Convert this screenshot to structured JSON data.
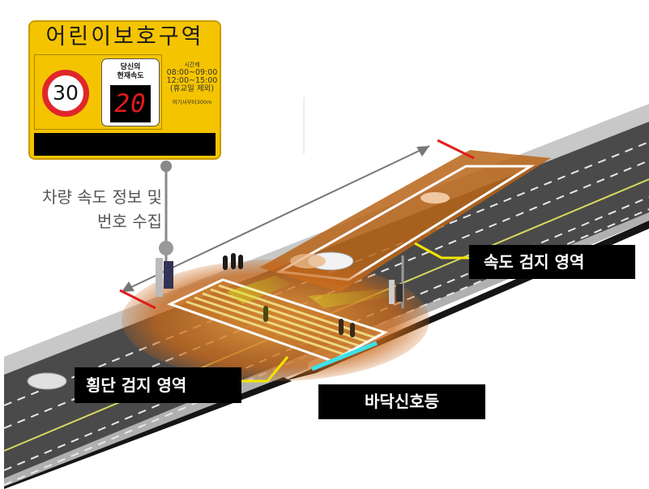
{
  "sign": {
    "title": "어린이보호구역",
    "speed_limit": "30",
    "speed_label_line1": "당신의",
    "speed_label_line2": "현재속도",
    "current_speed": "20",
    "times_heading": "시간제",
    "time_1": "08:00~09:00",
    "time_2": "12:00~15:00",
    "time_note": "(휴교일 제외)",
    "distance_note": "여기서부터300m",
    "colors": {
      "background": "#f5c400",
      "limit_ring": "#e0262a",
      "display_digits": "#e21a1a"
    }
  },
  "annotations": {
    "vehicle_collection_line1": "차량 속도 정보 및",
    "vehicle_collection_line2": "번호 수집",
    "speed_detection_zone": "속도 검지 영역",
    "crossing_detection_zone": "횡단 검지 영역",
    "floor_signal": "바닥신호등"
  },
  "colors": {
    "road": "#4a4a4a",
    "zone_glow": "#c8681a",
    "zone_outline": "#ffffff",
    "leader_line": "#f2e600",
    "boundary_marker": "#e01e1e",
    "floor_signal_light": "#3fe0e8",
    "label_bg": "#000000"
  }
}
